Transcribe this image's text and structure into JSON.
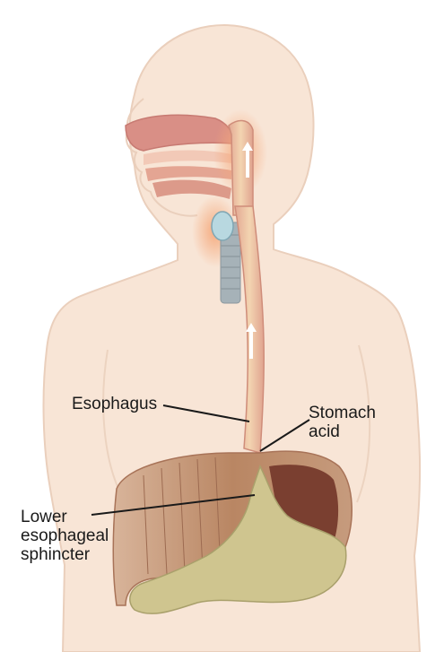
{
  "labels": {
    "esophagus": "Esophagus",
    "stomach_acid": [
      "Stomach",
      "acid"
    ],
    "lower_esophageal_sphincter": [
      "Lower",
      "esophageal",
      "sphincter"
    ]
  },
  "colors": {
    "background": "#ffffff",
    "skin": "#f8e5d6",
    "skin_outline": "#eacfbc",
    "esophagus": "#e6b6a0",
    "esophagus_inner": "#f2cfa4",
    "nasal_cavity": "#d98f86",
    "stomach_outer": "#c79873",
    "stomach_inner": "#7a3f30",
    "stomach_acid": "#cfc58f",
    "irritation": "#f6b48a",
    "trachea": "#a6b2b8",
    "leader_line": "#1a1a1a"
  }
}
